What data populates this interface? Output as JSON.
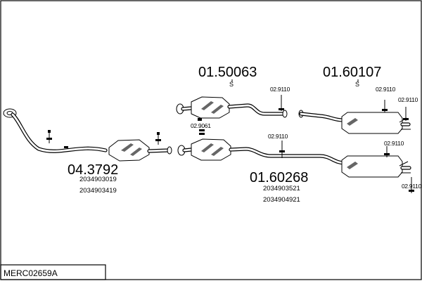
{
  "diagram_code": "MERC02659A",
  "parts": [
    {
      "number": "04.3792",
      "refs": [
        "2034903019",
        "2034903419"
      ]
    },
    {
      "number": "01.50063",
      "suffix": "S"
    },
    {
      "number": "01.60107",
      "suffix": "S"
    },
    {
      "number": "01.60268",
      "refs": [
        "2034903521",
        "2034904921"
      ]
    }
  ],
  "fittings": {
    "f_0261": "02.9061",
    "f_0211a": "02.9110",
    "f_0211b": "02.9110",
    "f_0211c": "02.9110",
    "f_0211d": "02.9110",
    "f_0211e": "02.9110",
    "f_0211f": "02.9110"
  }
}
